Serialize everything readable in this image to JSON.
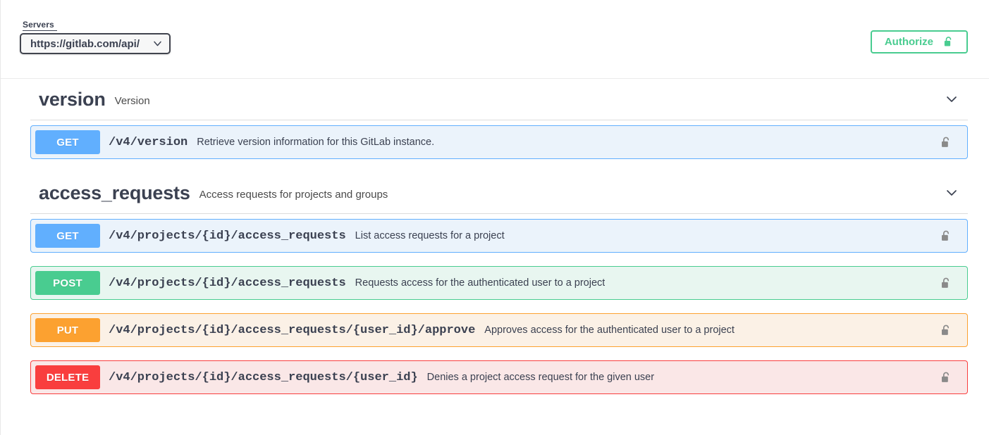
{
  "top_bar": {
    "servers_label": "Servers",
    "server_selected": "https://gitlab.com/api/",
    "server_caret_icon": "chevron-down-icon",
    "authorize_label": "Authorize",
    "authorize_icon": "unlock-icon"
  },
  "colors": {
    "get": "#61affe",
    "post": "#49cc90",
    "put": "#fca130",
    "delete": "#f93e3e",
    "authorize": "#49cc90",
    "text": "#3b4151"
  },
  "sections": [
    {
      "name": "version",
      "description": "Version",
      "toggle_icon": "chevron-down-icon",
      "operations": [
        {
          "method": "GET",
          "method_class": "get",
          "path": "/v4/version",
          "summary": "Retrieve version information for this GitLab instance.",
          "lock_icon": "unlock-icon"
        }
      ]
    },
    {
      "name": "access_requests",
      "description": "Access requests for projects and groups",
      "toggle_icon": "chevron-down-icon",
      "operations": [
        {
          "method": "GET",
          "method_class": "get",
          "path": "/v4/projects/{id}/access_requests",
          "summary": "List access requests for a project",
          "lock_icon": "unlock-icon"
        },
        {
          "method": "POST",
          "method_class": "post",
          "path": "/v4/projects/{id}/access_requests",
          "summary": "Requests access for the authenticated user to a project",
          "lock_icon": "unlock-icon"
        },
        {
          "method": "PUT",
          "method_class": "put",
          "path": "/v4/projects/{id}/access_requests/{user_id}/approve",
          "summary": "Approves access for the authenticated user to a project",
          "lock_icon": "unlock-icon"
        },
        {
          "method": "DELETE",
          "method_class": "delete",
          "path": "/v4/projects/{id}/access_requests/{user_id}",
          "summary": "Denies a project access request for the given user",
          "lock_icon": "unlock-icon"
        }
      ]
    }
  ]
}
